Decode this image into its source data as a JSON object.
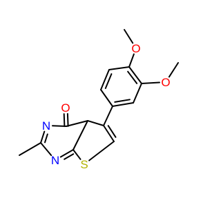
{
  "molecule": {
    "atoms": [
      {
        "id": "me1",
        "element": "C",
        "label": ""
      },
      {
        "id": "o1",
        "element": "O",
        "label": "O"
      },
      {
        "id": "c1",
        "element": "C",
        "label": ""
      },
      {
        "id": "c2",
        "element": "C",
        "label": ""
      },
      {
        "id": "o2",
        "element": "O",
        "label": "O"
      },
      {
        "id": "me2",
        "element": "C",
        "label": ""
      },
      {
        "id": "c3",
        "element": "C",
        "label": ""
      },
      {
        "id": "c4",
        "element": "C",
        "label": ""
      },
      {
        "id": "c5",
        "element": "C",
        "label": ""
      },
      {
        "id": "c6",
        "element": "C",
        "label": ""
      },
      {
        "id": "c7",
        "element": "C",
        "label": ""
      },
      {
        "id": "c8",
        "element": "C",
        "label": ""
      },
      {
        "id": "c4a",
        "element": "C",
        "label": ""
      },
      {
        "id": "c4k",
        "element": "C",
        "label": ""
      },
      {
        "id": "o3",
        "element": "O",
        "label": "O"
      },
      {
        "id": "n3",
        "element": "N",
        "label": "N"
      },
      {
        "id": "c2p",
        "element": "C",
        "label": ""
      },
      {
        "id": "me3",
        "element": "C",
        "label": ""
      },
      {
        "id": "n1",
        "element": "N",
        "label": "N"
      },
      {
        "id": "c7a",
        "element": "C",
        "label": ""
      },
      {
        "id": "s1",
        "element": "S",
        "label": "S"
      }
    ],
    "bonds": [
      {
        "a": "me1",
        "b": "o1",
        "order": 1
      },
      {
        "a": "o1",
        "b": "c1",
        "order": 1
      },
      {
        "a": "c1",
        "b": "c2",
        "order": 2
      },
      {
        "a": "c2",
        "b": "o2",
        "order": 1
      },
      {
        "a": "o2",
        "b": "me2",
        "order": 1
      },
      {
        "a": "c2",
        "b": "c3",
        "order": 1
      },
      {
        "a": "c3",
        "b": "c4",
        "order": 2
      },
      {
        "a": "c4",
        "b": "c5",
        "order": 1
      },
      {
        "a": "c5",
        "b": "c6",
        "order": 2
      },
      {
        "a": "c6",
        "b": "c1",
        "order": 1
      },
      {
        "a": "c4",
        "b": "c7",
        "order": 1
      },
      {
        "a": "c7",
        "b": "c8",
        "order": 2
      },
      {
        "a": "c7",
        "b": "c4a",
        "order": 1
      },
      {
        "a": "c4a",
        "b": "c4k",
        "order": 1
      },
      {
        "a": "c4k",
        "b": "o3",
        "order": 2
      },
      {
        "a": "c4k",
        "b": "n3",
        "order": 1
      },
      {
        "a": "n3",
        "b": "c2p",
        "order": 2
      },
      {
        "a": "c2p",
        "b": "me3",
        "order": 1
      },
      {
        "a": "c2p",
        "b": "n1",
        "order": 1
      },
      {
        "a": "n1",
        "b": "c7a",
        "order": 2
      },
      {
        "a": "c7a",
        "b": "c4a",
        "order": 1
      },
      {
        "a": "c7a",
        "b": "s1",
        "order": 1
      },
      {
        "a": "s1",
        "b": "c8",
        "order": 1
      }
    ]
  },
  "colors": {
    "bond": "#000000",
    "O": "#ff0000",
    "N": "#0000ff",
    "S": "#b2b200",
    "background": "#ffffff"
  }
}
